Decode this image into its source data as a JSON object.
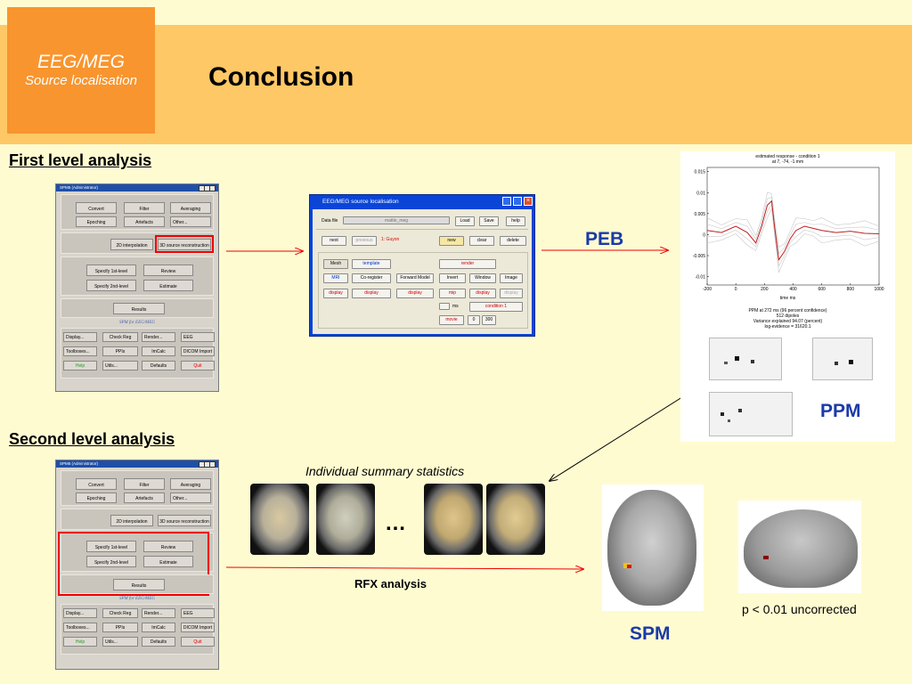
{
  "header": {
    "logo_line1": "EEG/MEG",
    "logo_line2": "Source localisation",
    "title": "Conclusion"
  },
  "sections": {
    "first": "First level analysis",
    "second": "Second level analysis"
  },
  "labels": {
    "peb": "PEB",
    "ppm": "PPM",
    "spm": "SPM",
    "individual": "Individual summary statistics",
    "rfx": "RFX analysis",
    "ellipsis": "…",
    "pvalue": "p < 0.01 uncorrected"
  },
  "spm_window": {
    "title": "SPM5 (Administrator)",
    "g1": {
      "title": "Temporal pre-processing",
      "convert": "Convert",
      "filter": "Filter",
      "averaging": "Averaging",
      "epoching": "Epoching",
      "artefacts": "Artefacts",
      "other": "Other..."
    },
    "g2": {
      "title": "Source projection",
      "interp": "2D interpolation",
      "recon": "3D source reconstruction"
    },
    "g3": {
      "title": "Model specification, review and estimation",
      "spec1": "Specify 1st-level",
      "review": "Review",
      "spec2": "Specify 2nd-level",
      "estimate": "Estimate"
    },
    "g4": {
      "title": "Inference",
      "results": "Results"
    },
    "banner": "SPM for EEG/MEG",
    "g5": {
      "display": "Display...",
      "checkreg": "Check Reg",
      "render": "Render...",
      "eeg": "EEG",
      "toolboxes": "Toolboxes...",
      "ppis": "PPIs",
      "imcalc": "ImCalc",
      "dicom": "DICOM Import",
      "help": "Help",
      "utils": "Utils...",
      "defaults": "Defaults",
      "quit": "Quit"
    }
  },
  "eeg_window": {
    "title": "EEG/MEG source localisation",
    "datafile": "Data file",
    "datafile_value": "mattle_meg",
    "load": "Load",
    "save": "Save",
    "help": "help",
    "next": "next",
    "previous": "previous",
    "subject": "1: Guyon",
    "new": "new",
    "clear": "clear",
    "delete": "delete",
    "mesh": "Mesh",
    "template": "template",
    "render": "render",
    "mri": "MRI",
    "coregister": "Co-register",
    "forward": "Forward Model",
    "invert": "Invert",
    "window": "Window",
    "image": "Image",
    "display": "display",
    "mip": "mip",
    "ms": "ms",
    "condition": "condition 1",
    "movie": "movie",
    "t0": "0",
    "t1": "300"
  },
  "plot": {
    "title": "estimated response - condition 1",
    "subtitle": "at 7, -74, -1 mm",
    "xlabel": "time  ms",
    "info": [
      "PPM at 272 ms (96 percent confidence)",
      "512 dipoles",
      "Variance explained 94.07 (percent)",
      "log-evidence = 31620.1"
    ]
  },
  "chart_data": {
    "type": "line",
    "title": "estimated response - condition 1",
    "xlabel": "time  ms",
    "xticks": [
      -200,
      0,
      200,
      400,
      600,
      800,
      1000
    ],
    "yticks": [
      -0.01,
      -0.005,
      0,
      0.005,
      0.01,
      0.015
    ],
    "xlim": [
      -200,
      1000
    ],
    "ylim": [
      -0.012,
      0.016
    ],
    "series": [
      {
        "x": [
          -200,
          -100,
          0,
          80,
          140,
          180,
          220,
          250,
          270,
          300,
          340,
          380,
          420,
          480,
          540,
          600,
          700,
          800,
          900,
          1000
        ],
        "values": [
          0.001,
          0.0005,
          0.002,
          0.0005,
          -0.002,
          0.002,
          0.007,
          0.008,
          0.002,
          -0.006,
          -0.004,
          -0.001,
          0.001,
          0.002,
          0.0015,
          0.001,
          0.0005,
          0.0008,
          0.0003,
          0.0002
        ]
      }
    ]
  }
}
